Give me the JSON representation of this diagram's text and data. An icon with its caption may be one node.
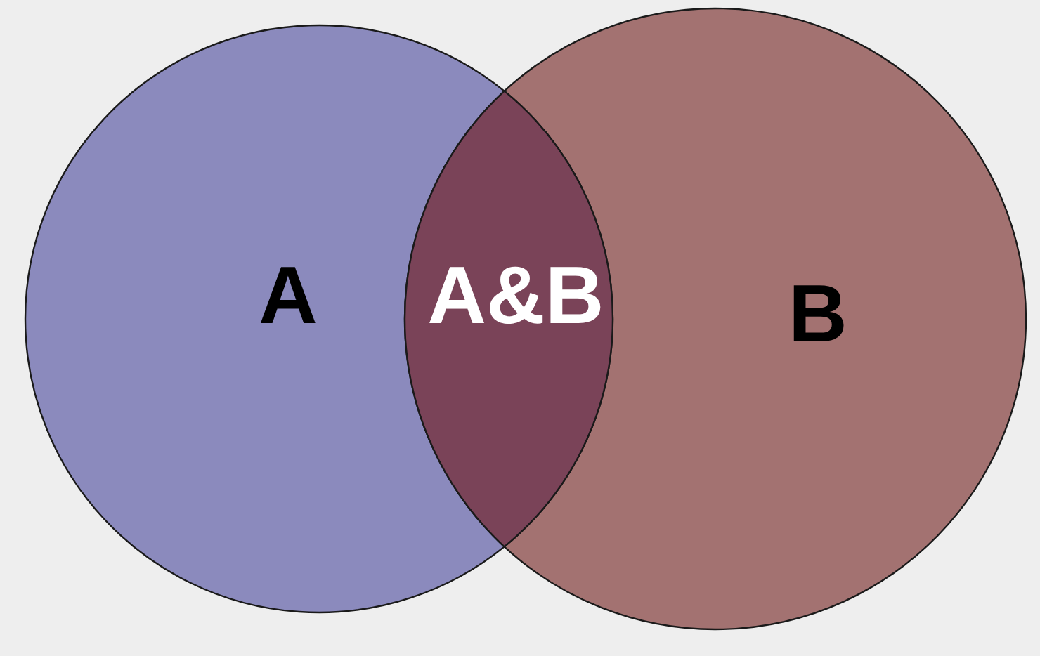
{
  "diagram": {
    "nodes": [
      {
        "text": [
          "A"
        ]
      },
      {
        "text": [
          "A&B"
        ]
      },
      {
        "text": [
          "B"
        ]
      }
    ]
  }
}
